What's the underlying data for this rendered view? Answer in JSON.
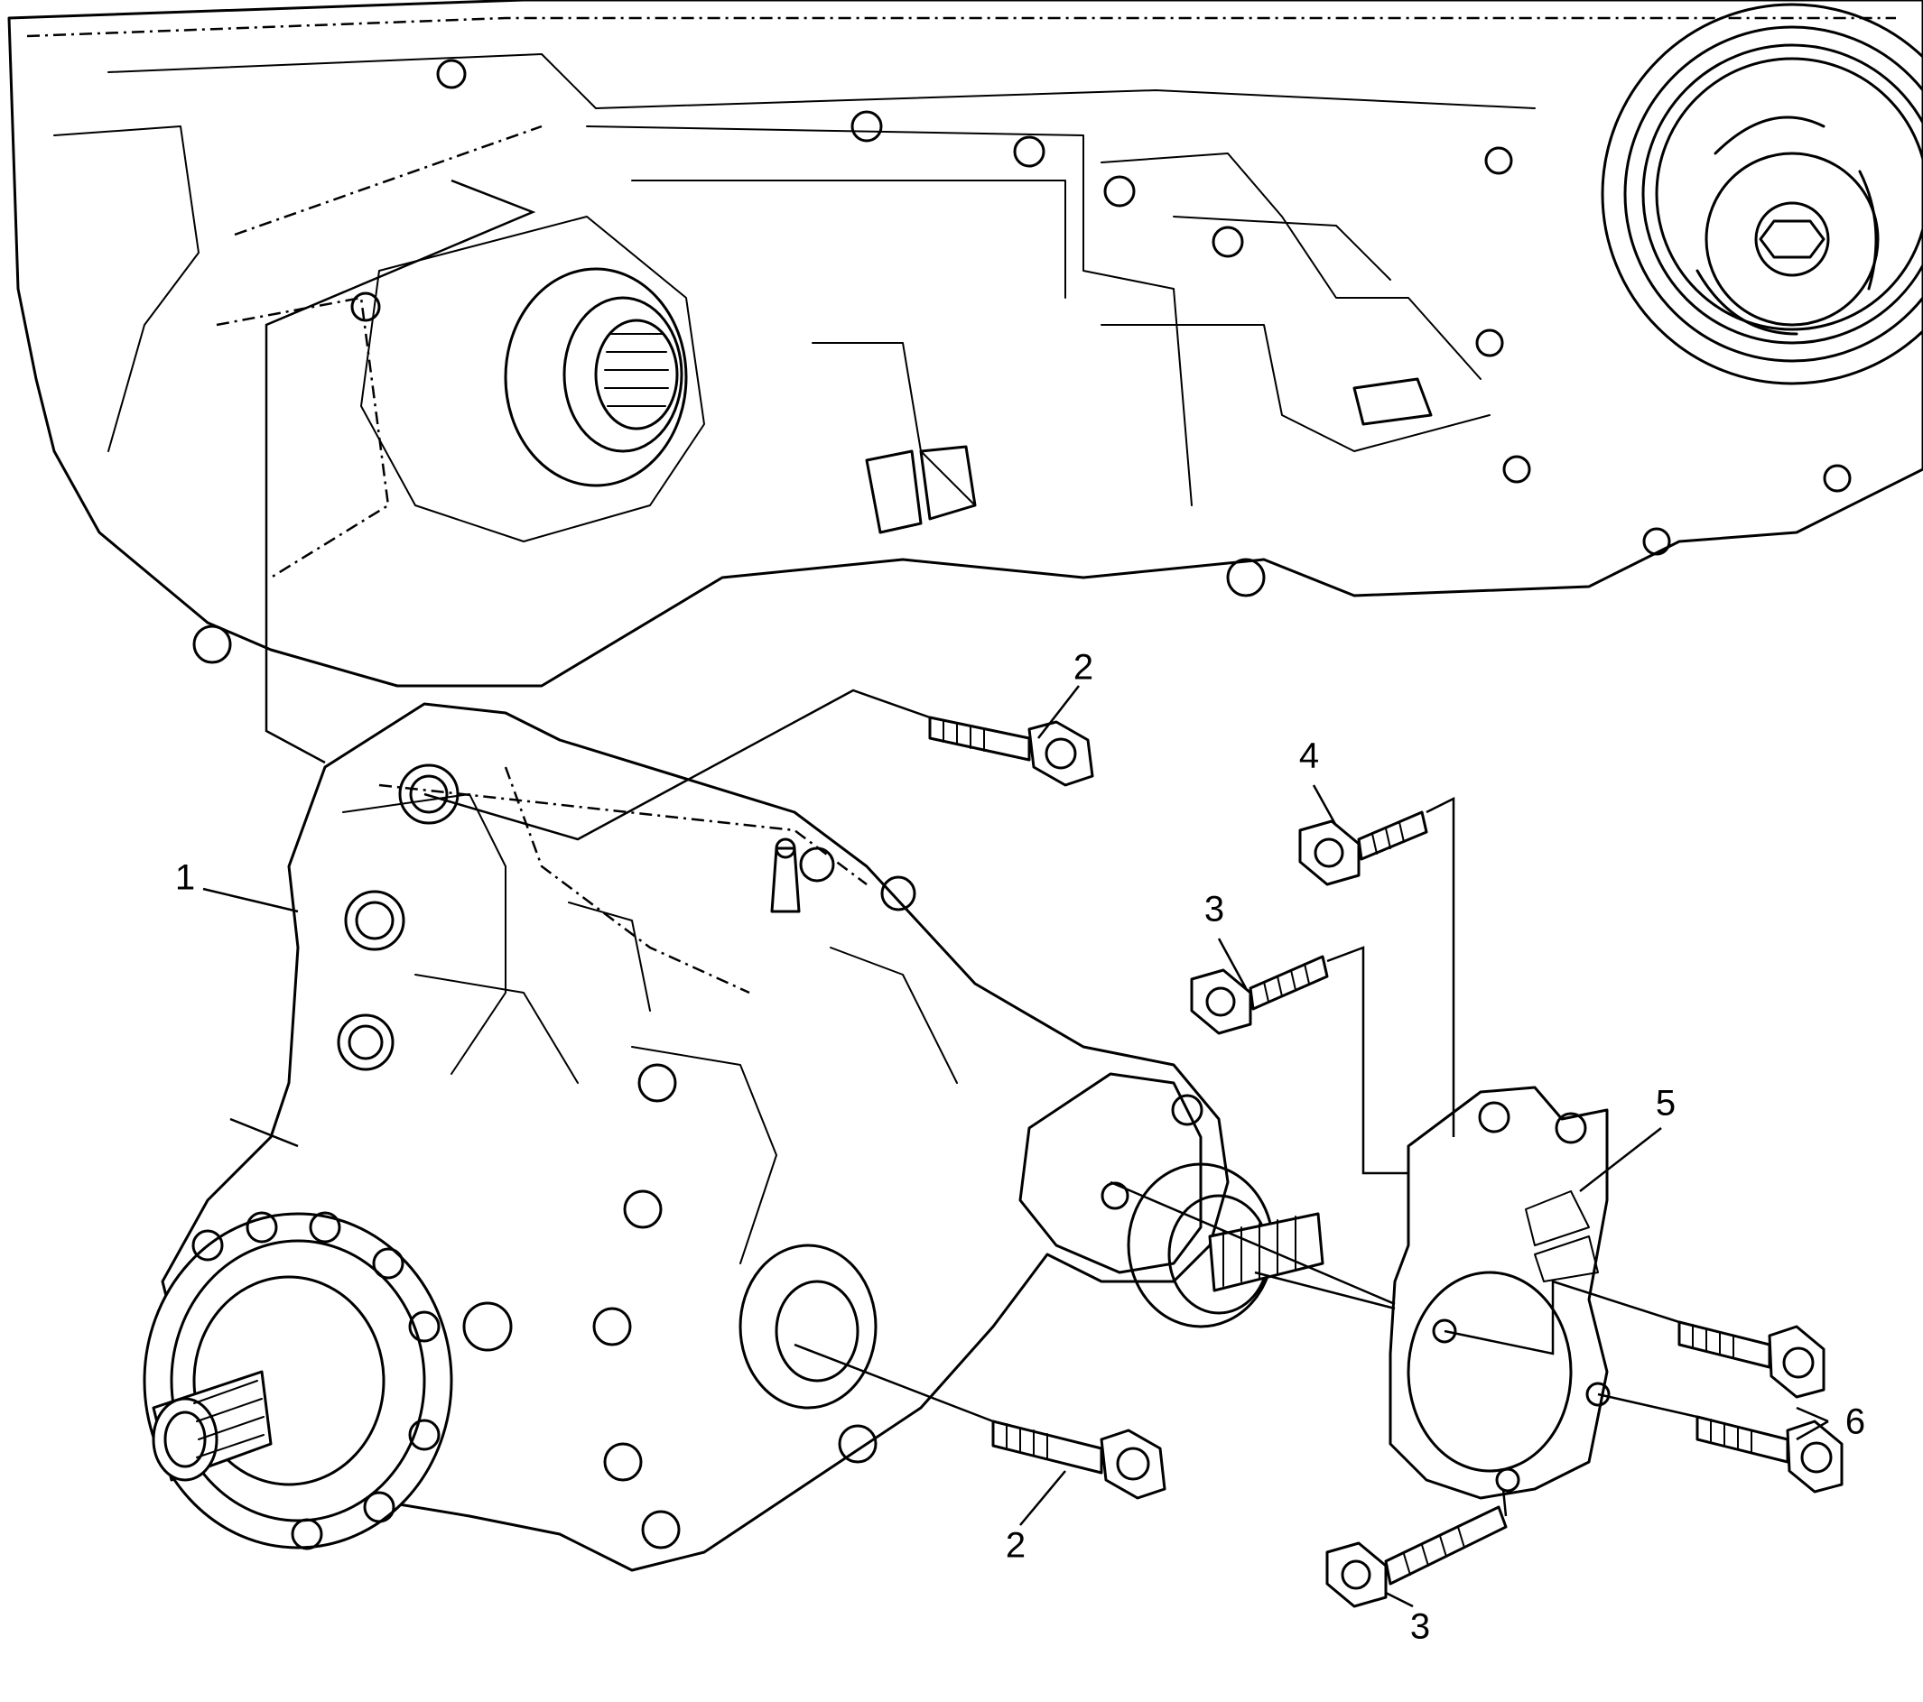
{
  "callouts": [
    {
      "id": "1",
      "label": "1"
    },
    {
      "id": "2a",
      "label": "2"
    },
    {
      "id": "2b",
      "label": "2"
    },
    {
      "id": "3a",
      "label": "3"
    },
    {
      "id": "3b",
      "label": "3"
    },
    {
      "id": "4",
      "label": "4"
    },
    {
      "id": "5",
      "label": "5"
    },
    {
      "id": "6",
      "label": "6"
    }
  ]
}
